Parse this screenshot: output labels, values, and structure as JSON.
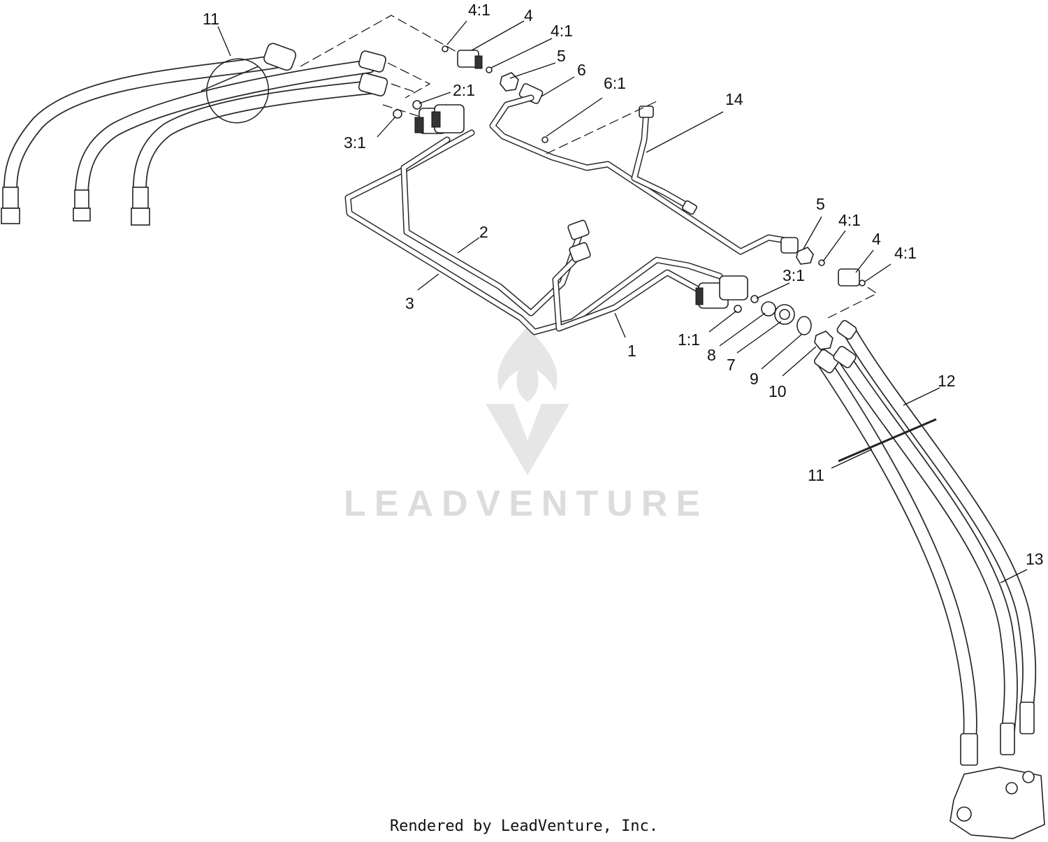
{
  "diagram": {
    "callouts": [
      {
        "id": "c-11-top",
        "text": "11"
      },
      {
        "id": "c-4-1-top",
        "text": "4:1"
      },
      {
        "id": "c-4-top",
        "text": "4"
      },
      {
        "id": "c-4-1-top-b",
        "text": "4:1"
      },
      {
        "id": "c-5-top",
        "text": "5"
      },
      {
        "id": "c-6",
        "text": "6"
      },
      {
        "id": "c-6-1",
        "text": "6:1"
      },
      {
        "id": "c-14",
        "text": "14"
      },
      {
        "id": "c-2-1",
        "text": "2:1"
      },
      {
        "id": "c-3-1-top",
        "text": "3:1"
      },
      {
        "id": "c-2",
        "text": "2"
      },
      {
        "id": "c-3",
        "text": "3"
      },
      {
        "id": "c-5-right",
        "text": "5"
      },
      {
        "id": "c-4-1-right",
        "text": "4:1"
      },
      {
        "id": "c-4-right",
        "text": "4"
      },
      {
        "id": "c-4-1-right-b",
        "text": "4:1"
      },
      {
        "id": "c-3-1-right",
        "text": "3:1"
      },
      {
        "id": "c-1",
        "text": "1"
      },
      {
        "id": "c-1-1",
        "text": "1:1"
      },
      {
        "id": "c-8",
        "text": "8"
      },
      {
        "id": "c-7",
        "text": "7"
      },
      {
        "id": "c-9",
        "text": "9"
      },
      {
        "id": "c-10",
        "text": "10"
      },
      {
        "id": "c-12",
        "text": "12"
      },
      {
        "id": "c-11-bottom",
        "text": "11"
      },
      {
        "id": "c-13",
        "text": "13"
      }
    ]
  },
  "watermark": {
    "text": "LEADVENTURE",
    "icon": "flame-v-logo"
  },
  "footer": {
    "text": "Rendered by LeadVenture, Inc."
  },
  "colors": {
    "line": "#2a2a2a",
    "watermark": "#dcdcdc"
  }
}
